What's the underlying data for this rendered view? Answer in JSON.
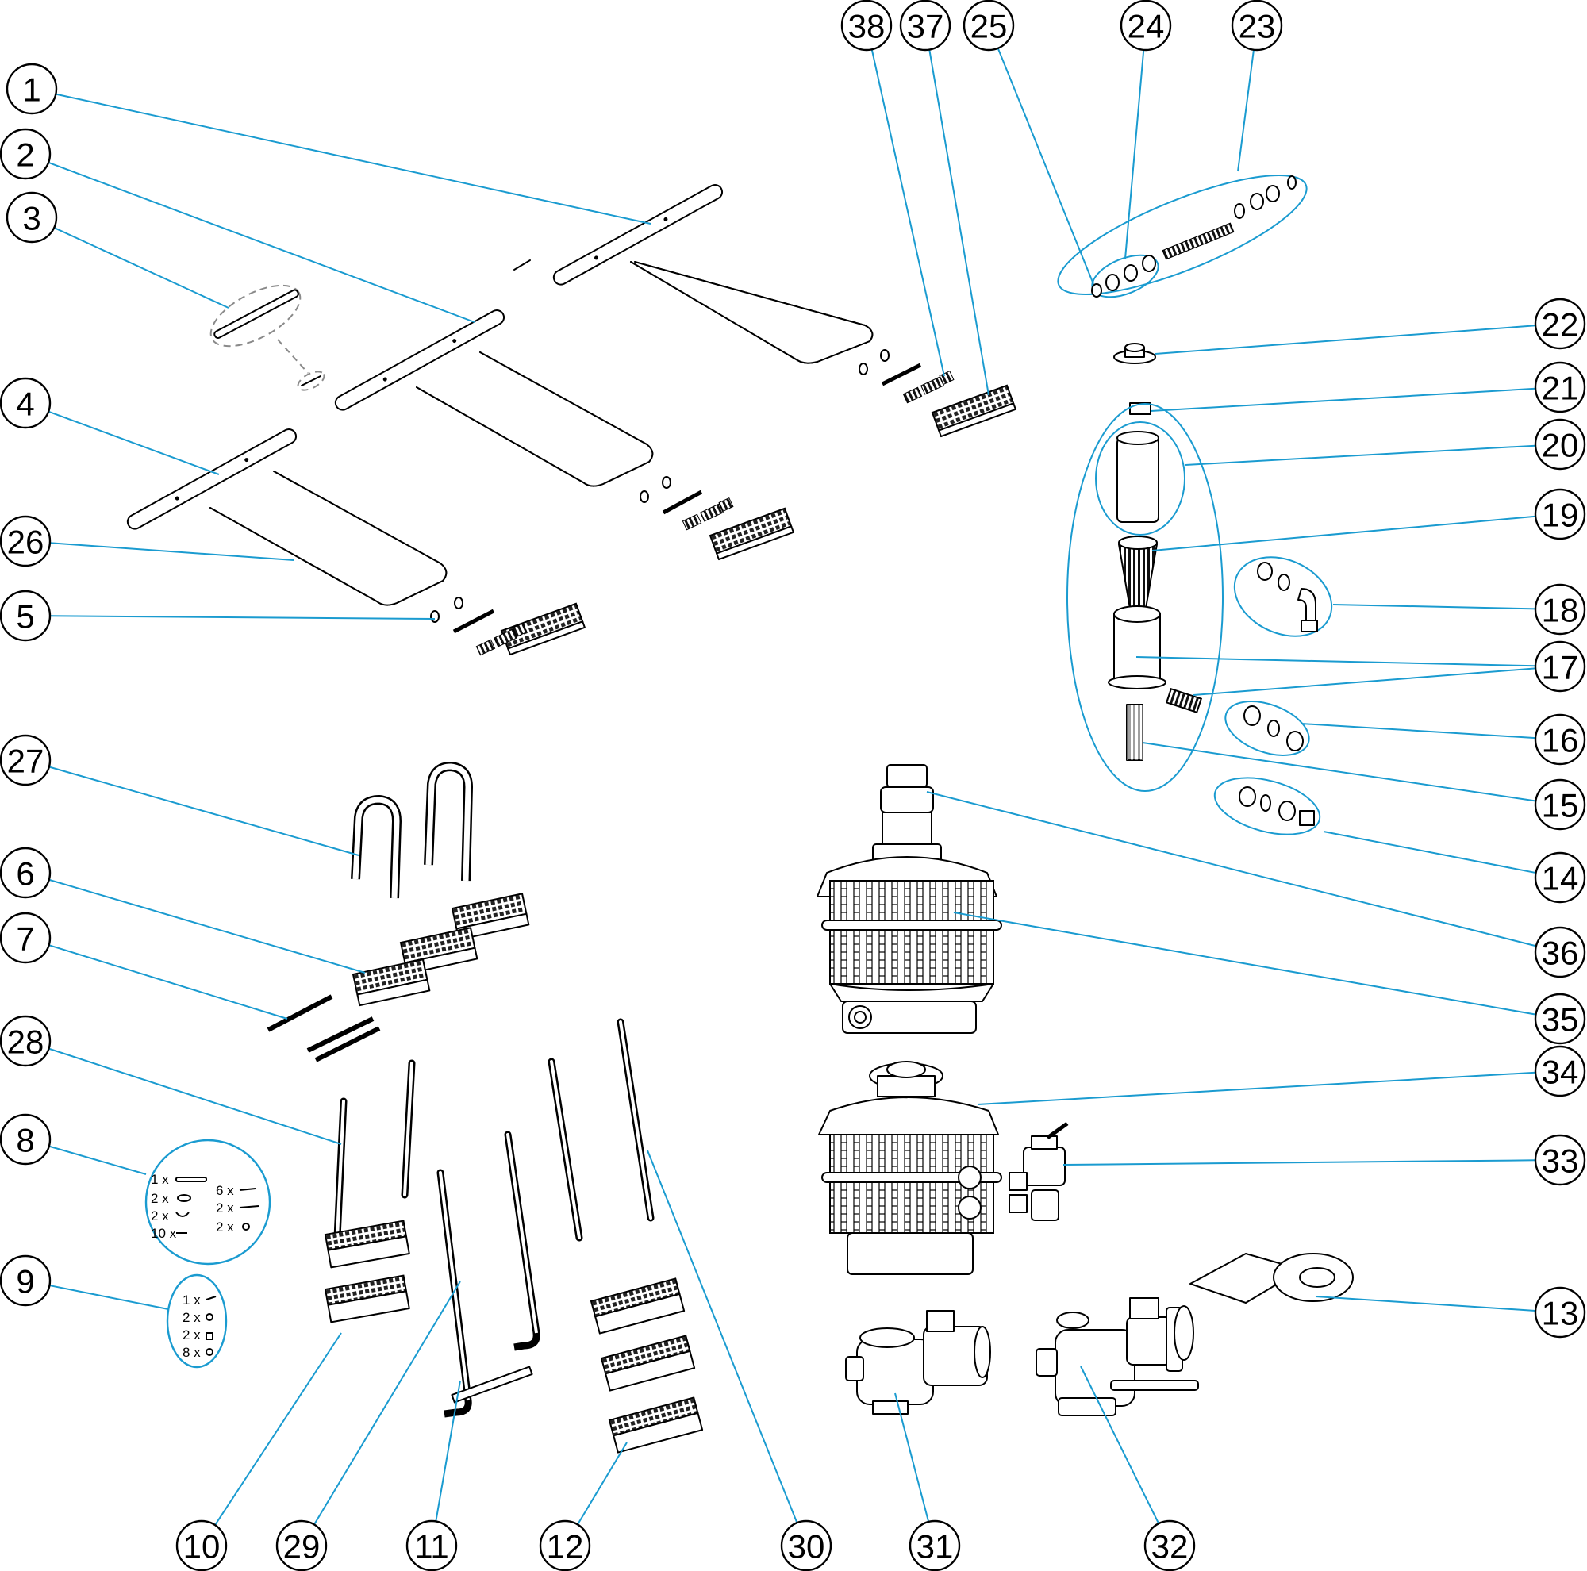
{
  "colors": {
    "leader": "#1a9bd0",
    "ink": "#000000",
    "background": "#ffffff"
  },
  "callouts": [
    "1",
    "2",
    "3",
    "4",
    "26",
    "5",
    "27",
    "6",
    "7",
    "28",
    "8",
    "9",
    "10",
    "29",
    "11",
    "12",
    "30",
    "31",
    "32",
    "38",
    "37",
    "25",
    "24",
    "23",
    "22",
    "21",
    "20",
    "19",
    "18",
    "17",
    "16",
    "15",
    "14",
    "36",
    "35",
    "34",
    "33",
    "13"
  ],
  "kit_8": [
    "1 x",
    "2 x",
    "2 x",
    "10 x",
    "6 x",
    "2 x",
    "2 x"
  ],
  "kit_9": [
    "1 x",
    "2 x",
    "2 x",
    "8 x"
  ]
}
